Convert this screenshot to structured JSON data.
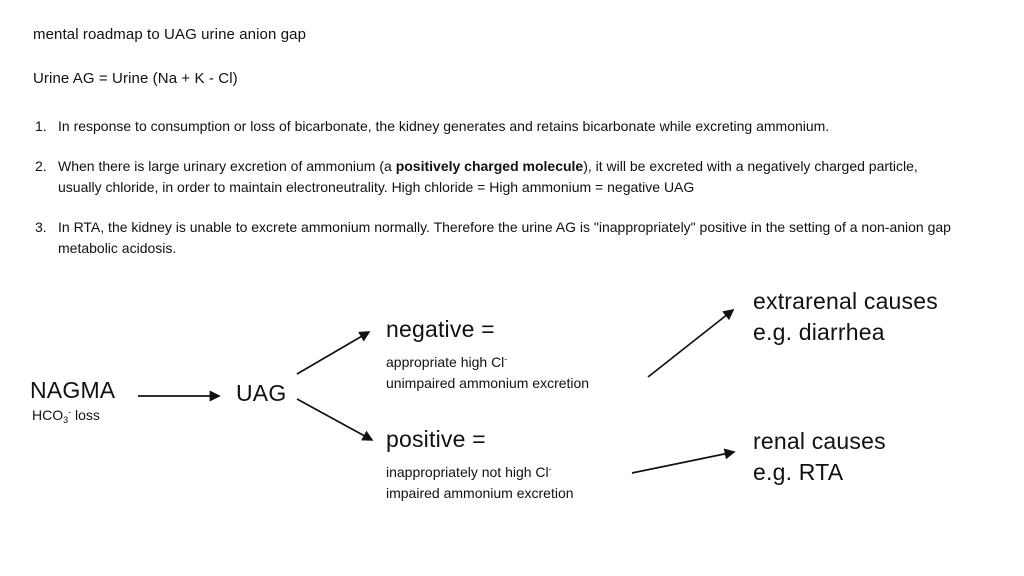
{
  "colors": {
    "text": "#111111",
    "background": "#ffffff"
  },
  "header": {
    "title": "mental roadmap to UAG urine anion gap",
    "formula": "Urine AG = Urine (Na + K - Cl)"
  },
  "notes": {
    "items": [
      {
        "number": "1.",
        "text": "In response to consumption or loss of bicarbonate, the kidney generates and retains bicarbonate while excreting ammonium."
      },
      {
        "number": "2.",
        "pre": "When there is large urinary excretion of ammonium (a ",
        "bold": "positively charged molecule",
        "post": "), it will be excreted with a negatively charged particle, usually chloride, in order to maintain electroneutrality. High chloride = High ammonium = negative UAG"
      },
      {
        "number": "3.",
        "text": "In RTA, the kidney is unable to excrete ammonium normally. Therefore the urine AG is \"inappropriately\" positive in the setting of a non-anion gap metabolic acidosis."
      }
    ]
  },
  "diagram": {
    "nagma": {
      "label": "NAGMA",
      "loss_pre": "HCO",
      "loss_sub": "3",
      "loss_sup": "-",
      "loss_post": " loss"
    },
    "uag": {
      "label": "UAG"
    },
    "negative_branch": {
      "heading": "negative =",
      "line1": "appropriate high Cl",
      "line1_sup": "-",
      "line2": "unimpaired ammonium excretion"
    },
    "positive_branch": {
      "heading": "positive =",
      "line1": "inappropriately not high Cl",
      "line1_sup": "-",
      "line2": "impaired ammonium excretion"
    },
    "extrarenal": {
      "line1": "extrarenal causes",
      "line2": "e.g. diarrhea"
    },
    "renal": {
      "line1": "renal causes",
      "line2": "e.g. RTA"
    }
  }
}
